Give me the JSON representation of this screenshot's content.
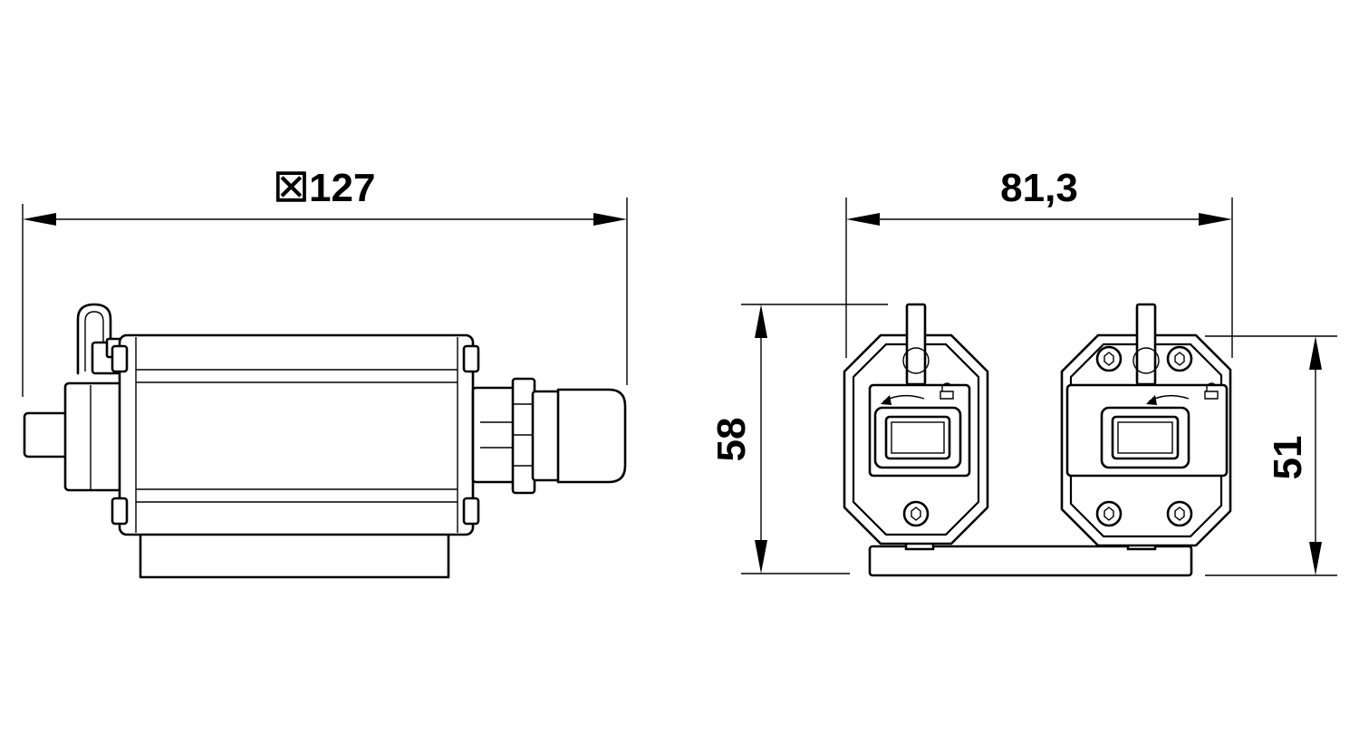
{
  "dimensions": {
    "length": {
      "symbol": "☒",
      "value": "127"
    },
    "width": "81,3",
    "height_overall": "58",
    "height_body": "51"
  }
}
